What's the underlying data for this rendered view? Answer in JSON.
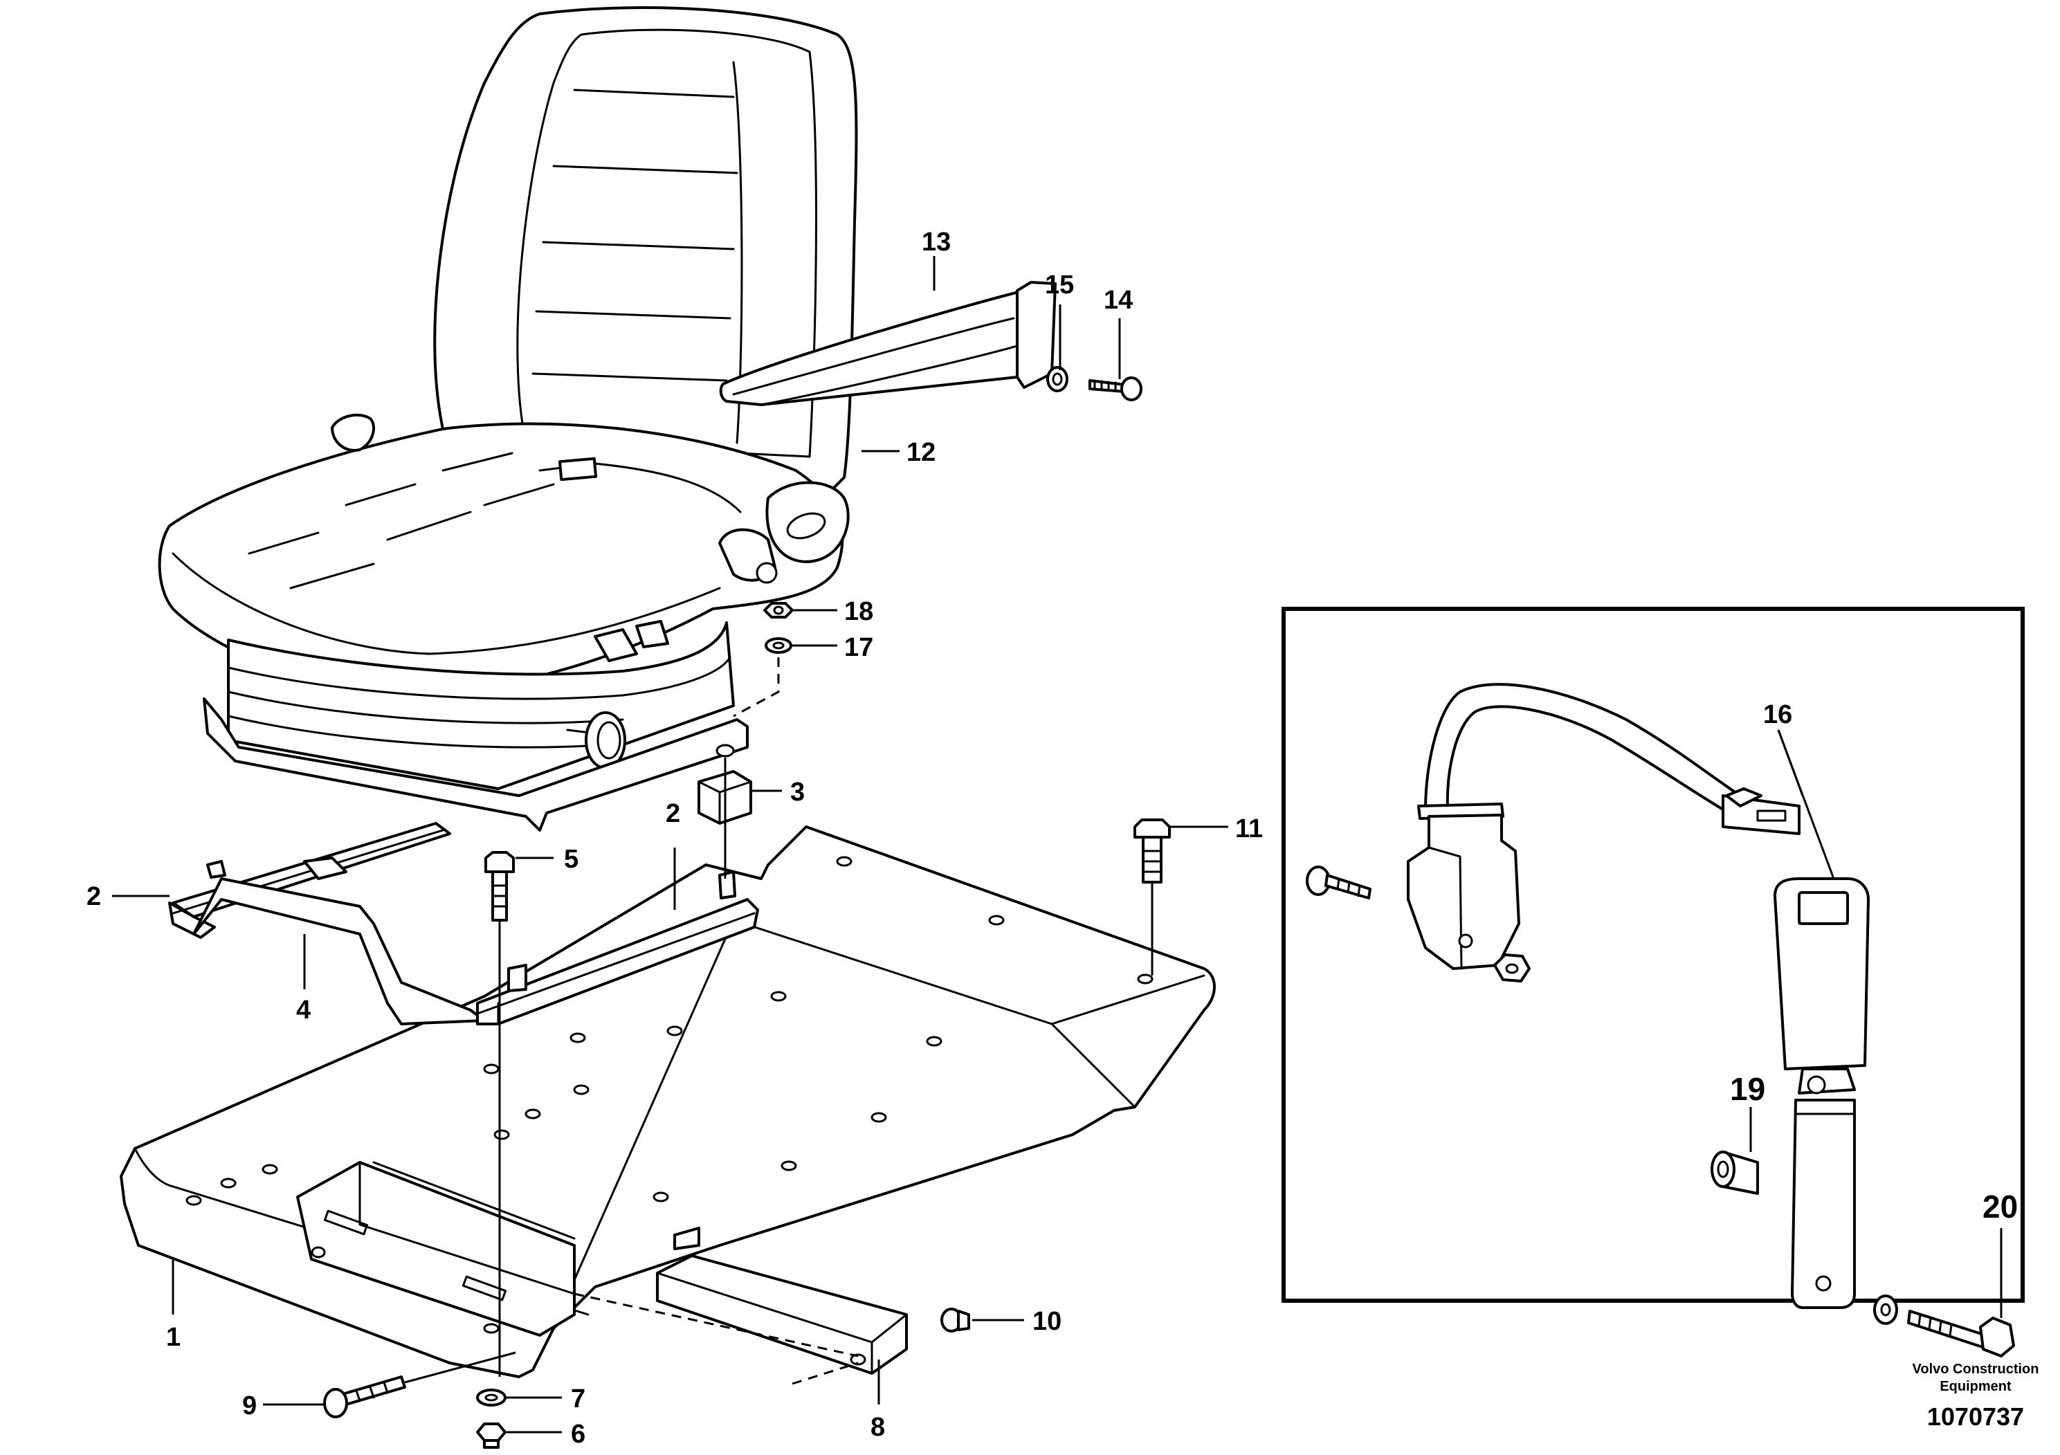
{
  "callouts": {
    "c1": "1",
    "c2a": "2",
    "c2b": "2",
    "c3": "3",
    "c4": "4",
    "c5": "5",
    "c6": "6",
    "c7": "7",
    "c8": "8",
    "c9": "9",
    "c10": "10",
    "c11": "11",
    "c12": "12",
    "c13": "13",
    "c14": "14",
    "c15": "15",
    "c16": "16",
    "c17": "17",
    "c18": "18",
    "c19": "19",
    "c20": "20"
  },
  "footer": {
    "brand_line1": "Volvo Construction",
    "brand_line2": "Equipment",
    "doc_number": "1070737"
  }
}
